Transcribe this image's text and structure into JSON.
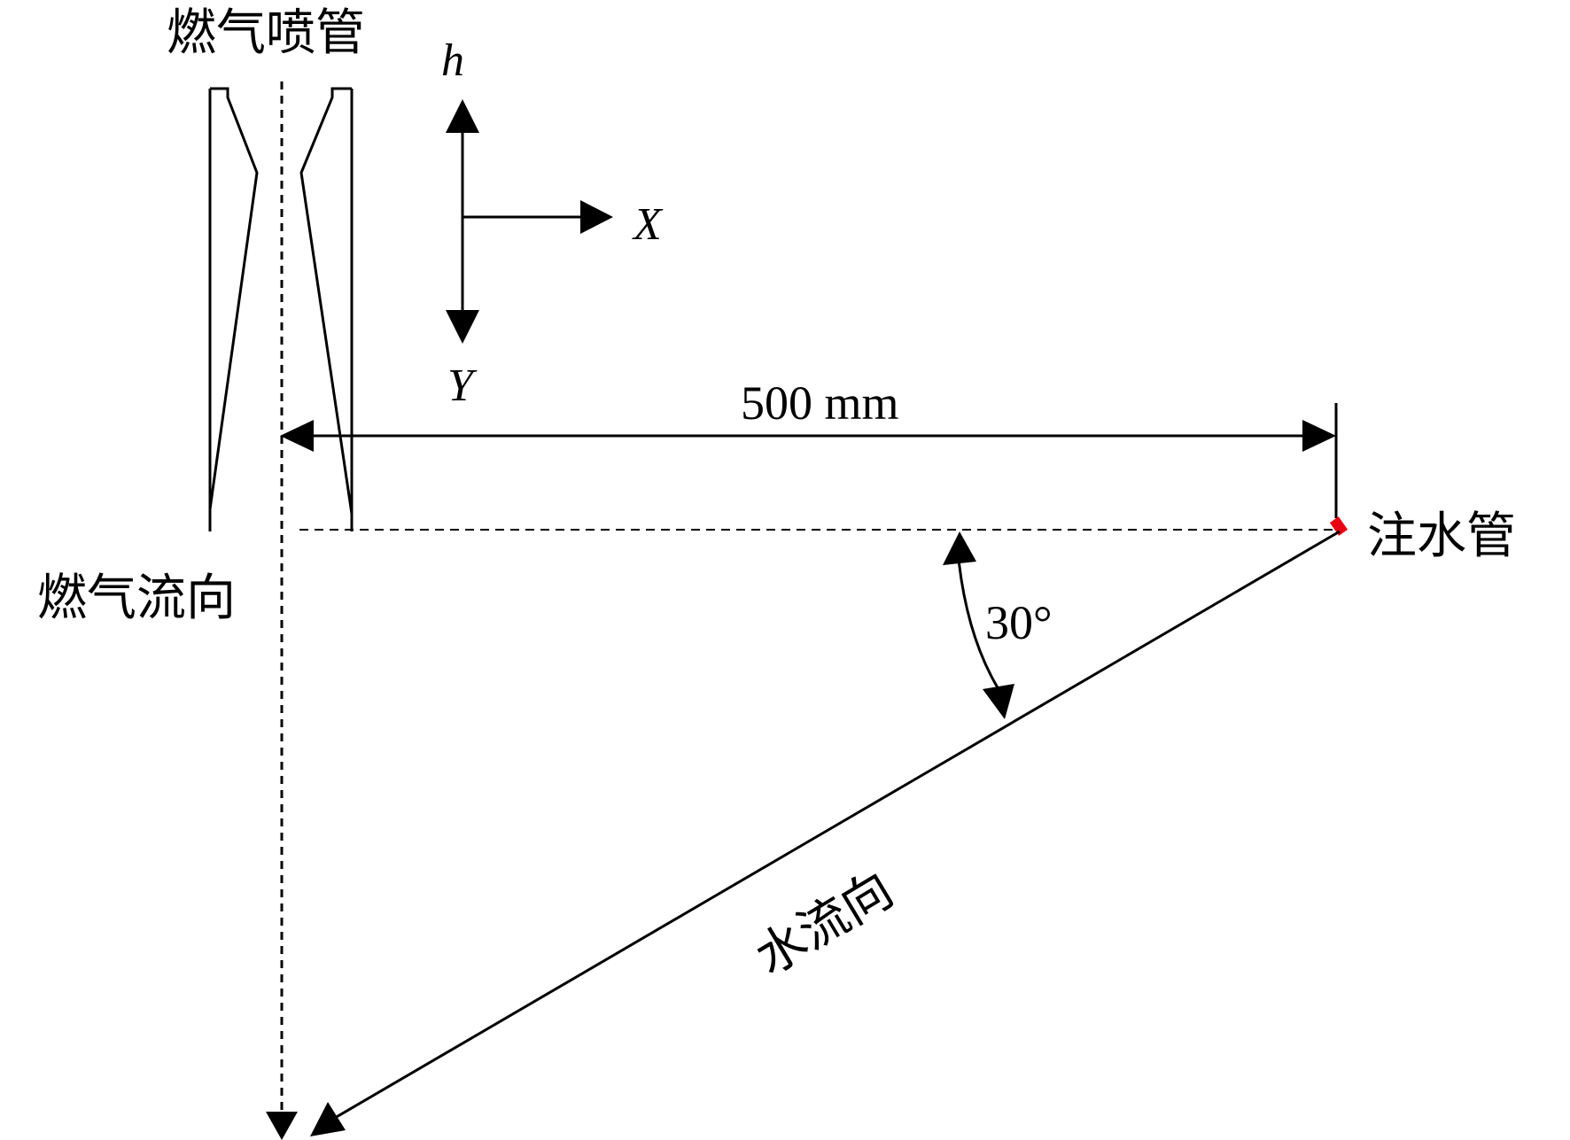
{
  "labels": {
    "nozzle": "燃气喷管",
    "gas_flow": "燃气流向",
    "injection_pipe": "注水管",
    "water_flow": "水流向",
    "distance": "500 mm",
    "angle": "30°"
  },
  "axes": {
    "h": "h",
    "x": "X",
    "y": "Y"
  },
  "colors": {
    "line": "#000000",
    "injector_mark": "#e60012"
  }
}
